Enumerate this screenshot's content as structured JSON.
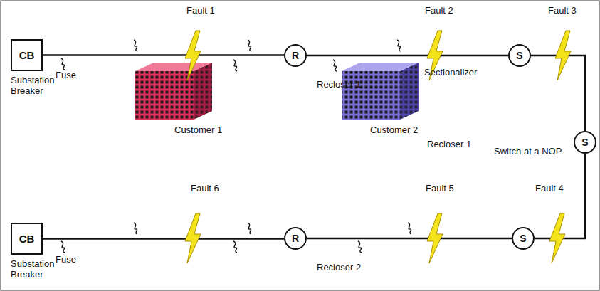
{
  "diagram": {
    "nodes": [
      {
        "text": [
          "CB",
          "Substation Breaker"
        ]
      },
      {
        "text": [
          "R",
          "Recloser 1"
        ]
      },
      {
        "text": [
          "S",
          "Sectionalizer"
        ]
      },
      {
        "text": [
          "S",
          "Switch at a NOP"
        ]
      },
      {
        "text": [
          "CB",
          "Substation Breaker"
        ]
      },
      {
        "text": [
          "R",
          "Recloser 2"
        ]
      },
      {
        "text": [
          "S"
        ]
      }
    ],
    "edges": [
      {
        "from": 0,
        "to": 1,
        "arrow": "none"
      },
      {
        "from": 1,
        "to": 2,
        "arrow": "none"
      },
      {
        "from": 2,
        "to": 3,
        "arrow": "none"
      },
      {
        "from": 3,
        "to": 6,
        "arrow": "none"
      },
      {
        "from": 4,
        "to": 5,
        "arrow": "none"
      },
      {
        "from": 5,
        "to": 6,
        "arrow": "none"
      }
    ],
    "labels": [
      "Fuse",
      "Fault 1",
      "Customer 1",
      "Fault 2",
      "Customer 2",
      "Fault 3",
      "Recloser 1",
      "Fault 6",
      "Fault 5",
      "Fault 4",
      "Fuse"
    ]
  }
}
